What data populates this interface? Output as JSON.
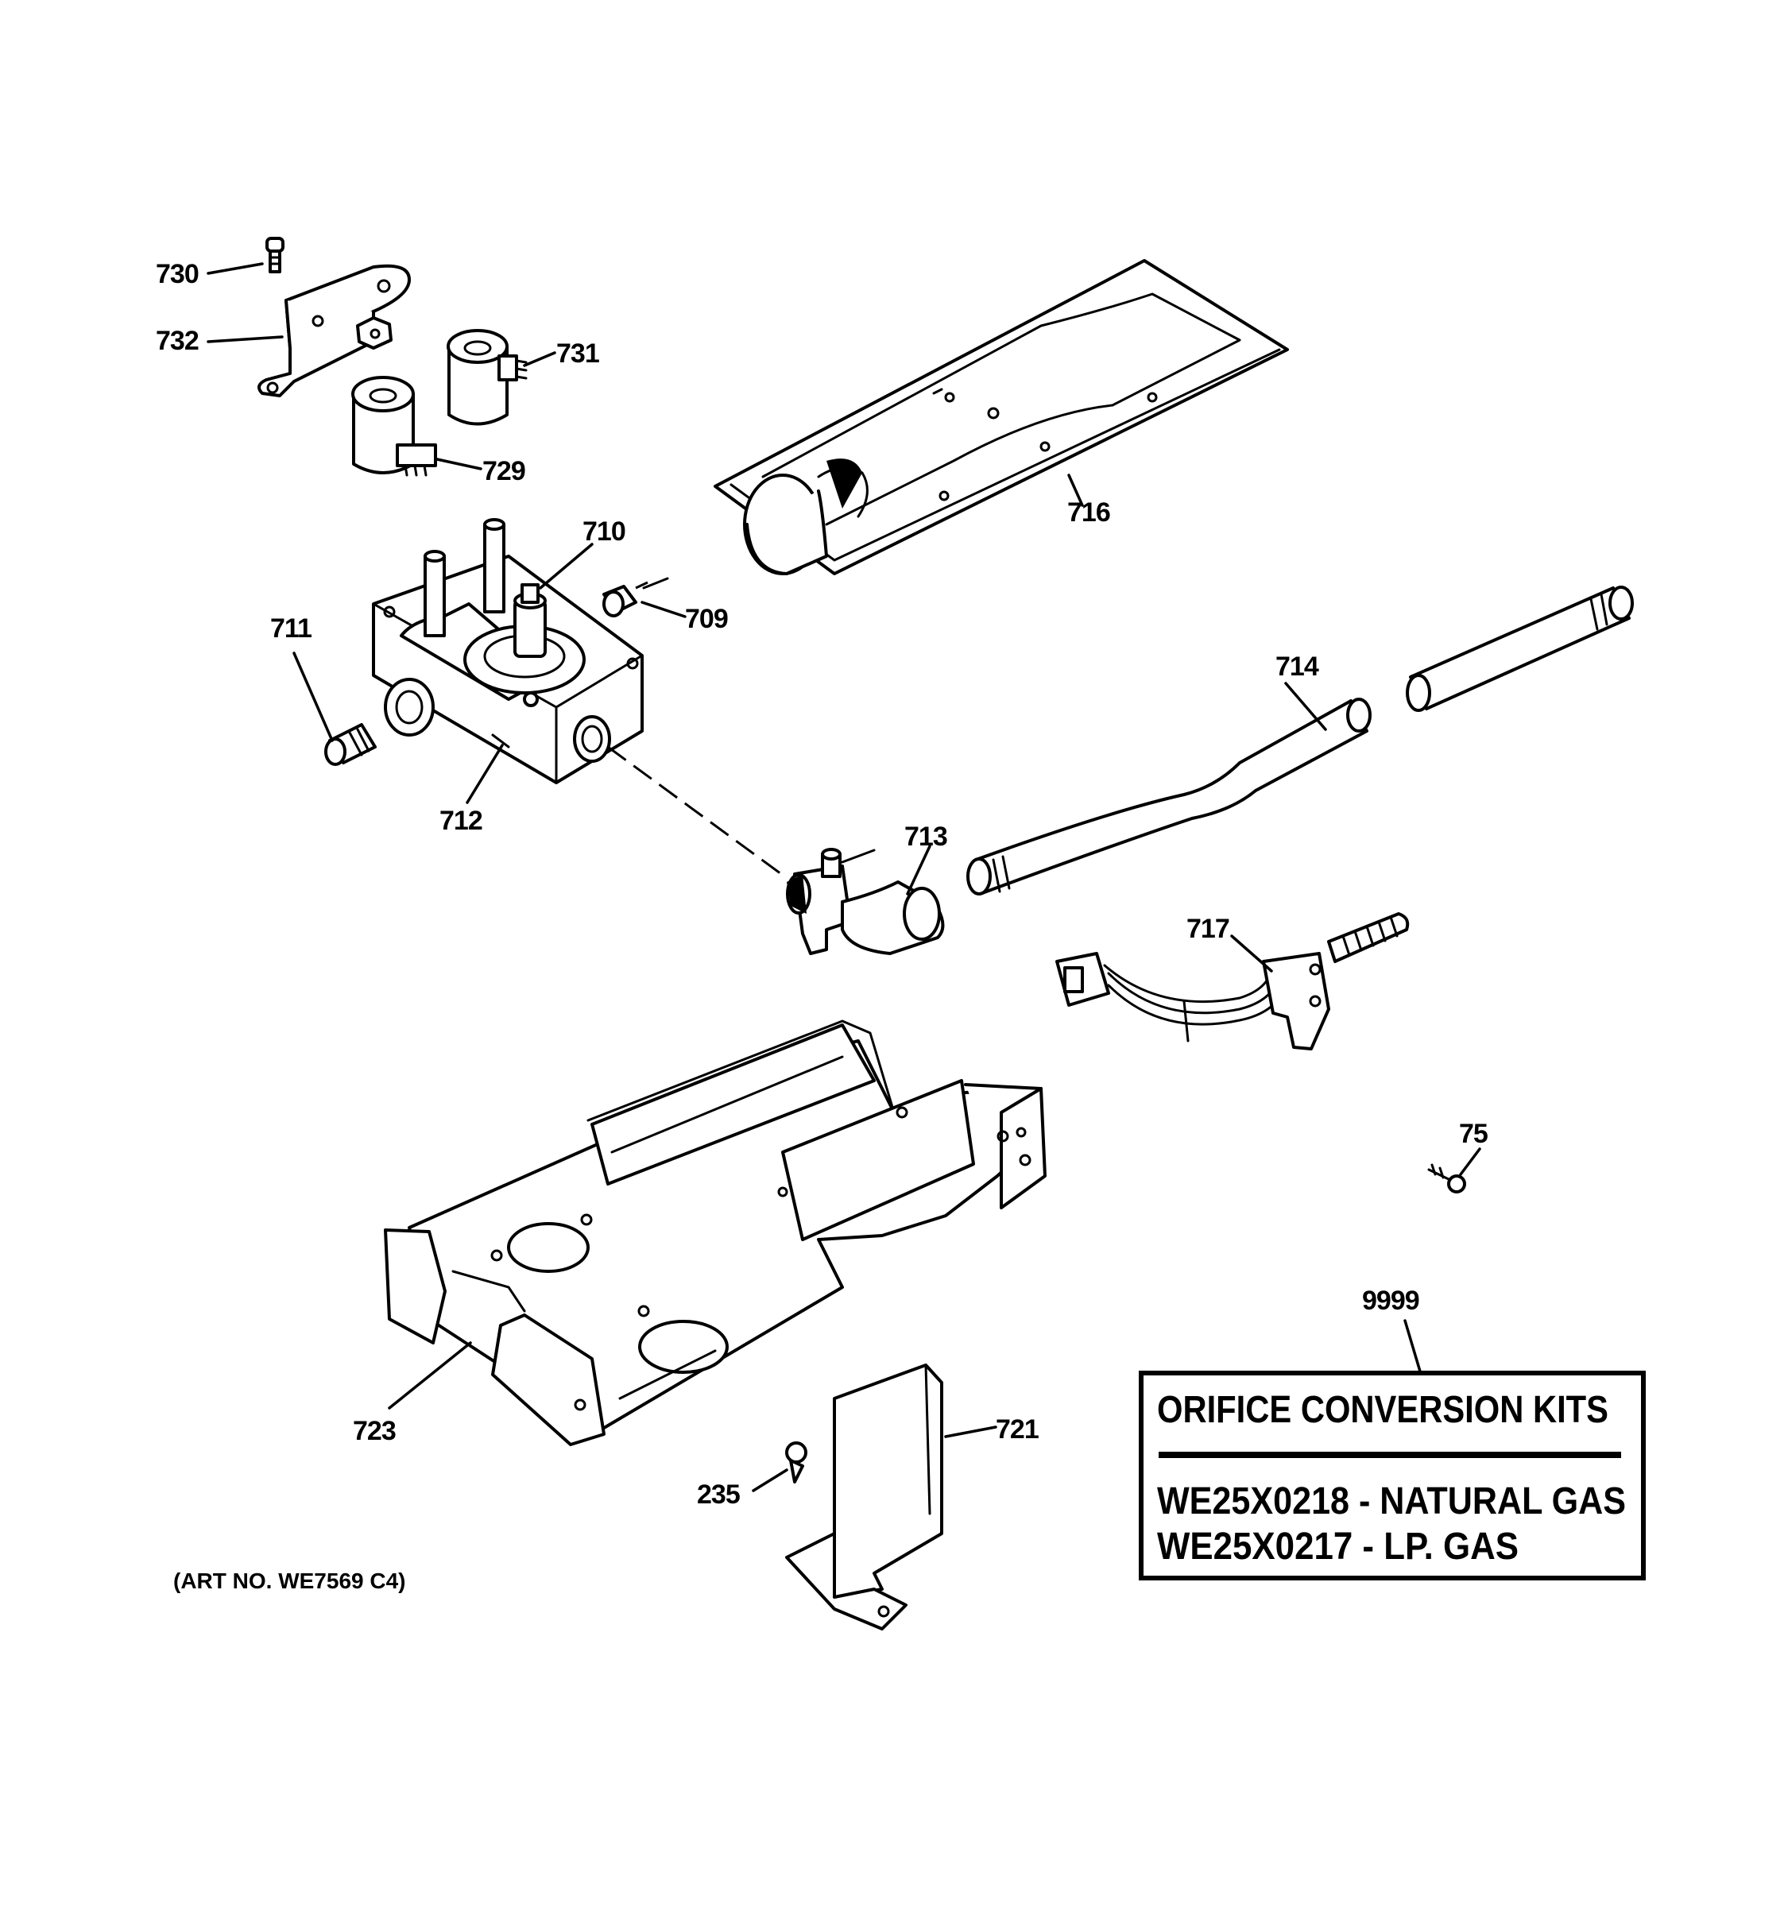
{
  "callouts": {
    "c730": "730",
    "c732": "732",
    "c731": "731",
    "c729": "729",
    "c710": "710",
    "c709": "709",
    "c711": "711",
    "c712": "712",
    "c716": "716",
    "c714": "714",
    "c713": "713",
    "c717": "717",
    "c75": "75",
    "c9999": "9999",
    "c723": "723",
    "c721": "721",
    "c235": "235"
  },
  "kit_box": {
    "title": "ORIFICE CONVERSION KITS",
    "line1": "WE25X0218 - NATURAL GAS",
    "line2": "WE25X0217 - LP. GAS"
  },
  "art_number": "(ART NO. WE7569 C4)"
}
